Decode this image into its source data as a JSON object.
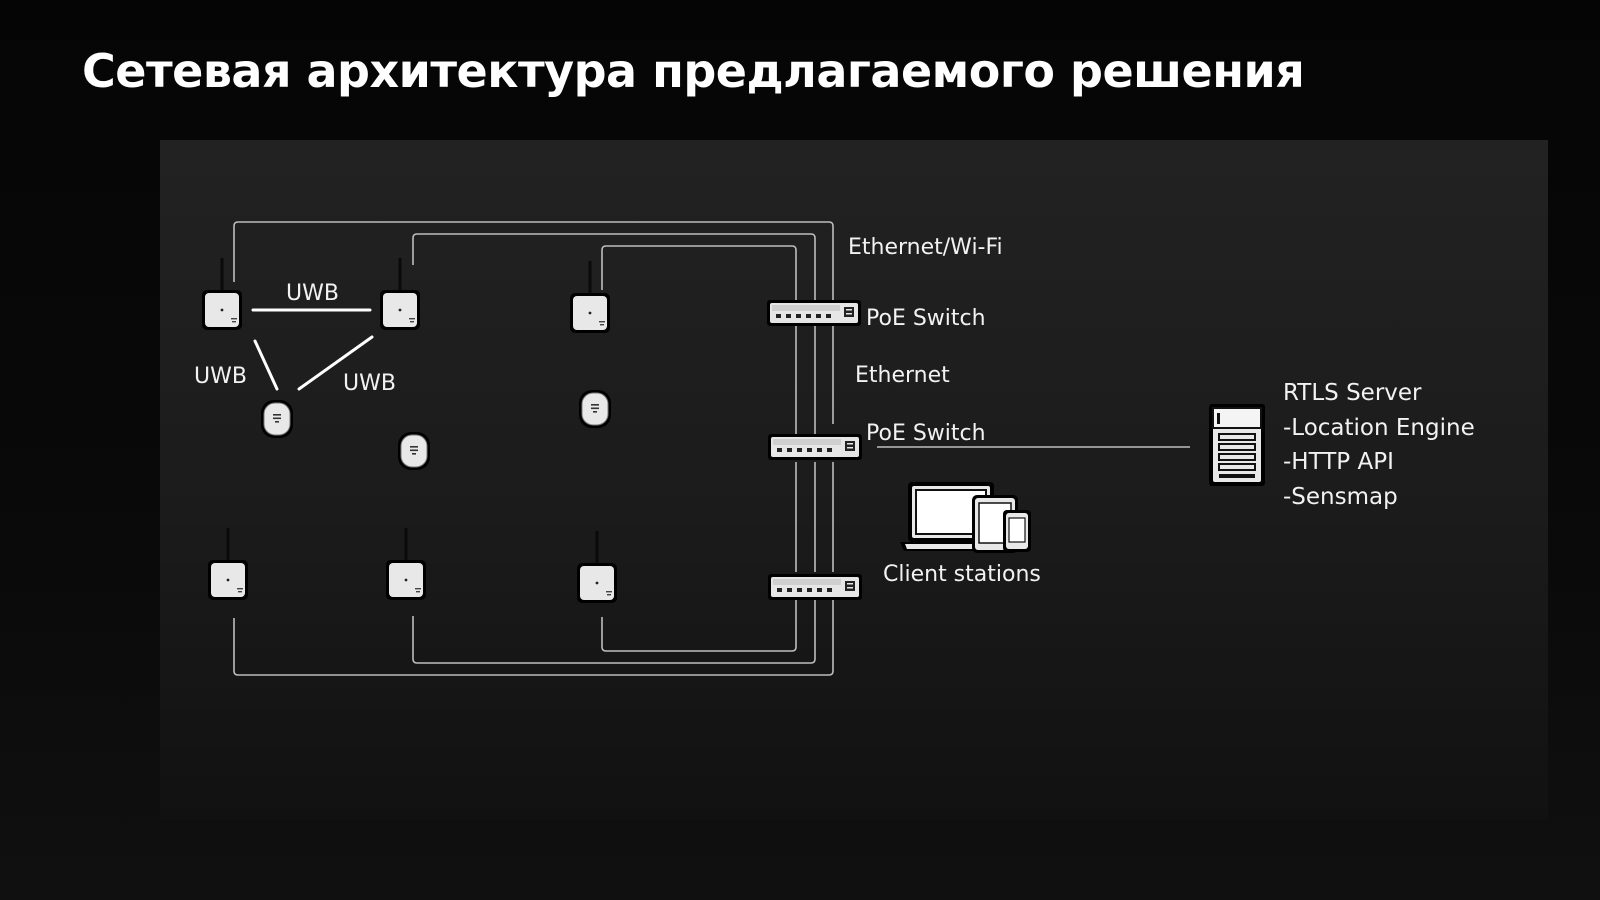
{
  "slide": {
    "title": "Сетевая архитектура предлагаемого решения"
  },
  "labels": {
    "uwb_top": "UWB",
    "uwb_left": "UWB",
    "uwb_right": "UWB",
    "ethernet_wifi": "Ethernet/Wi-Fi",
    "poe_switch_1": "PoE Switch",
    "ethernet": "Ethernet",
    "poe_switch_2": "PoE Switch",
    "client_stations": "Client stations"
  },
  "server": {
    "lines": [
      "RTLS Server",
      "-Location Engine",
      "-HTTP API",
      "-Sensmap"
    ]
  },
  "icons": {
    "anchor": "uwb-anchor-icon",
    "tag": "uwb-tag-icon",
    "switch": "poe-switch-icon",
    "server": "server-rack-icon",
    "clients": "laptop-tablet-phone-icon"
  },
  "colors": {
    "background": "#030303",
    "panel": "#1e1e1e",
    "text": "#f2f2f2",
    "device_fill": "#e8e8e8",
    "cable": "#bdbdbd"
  }
}
